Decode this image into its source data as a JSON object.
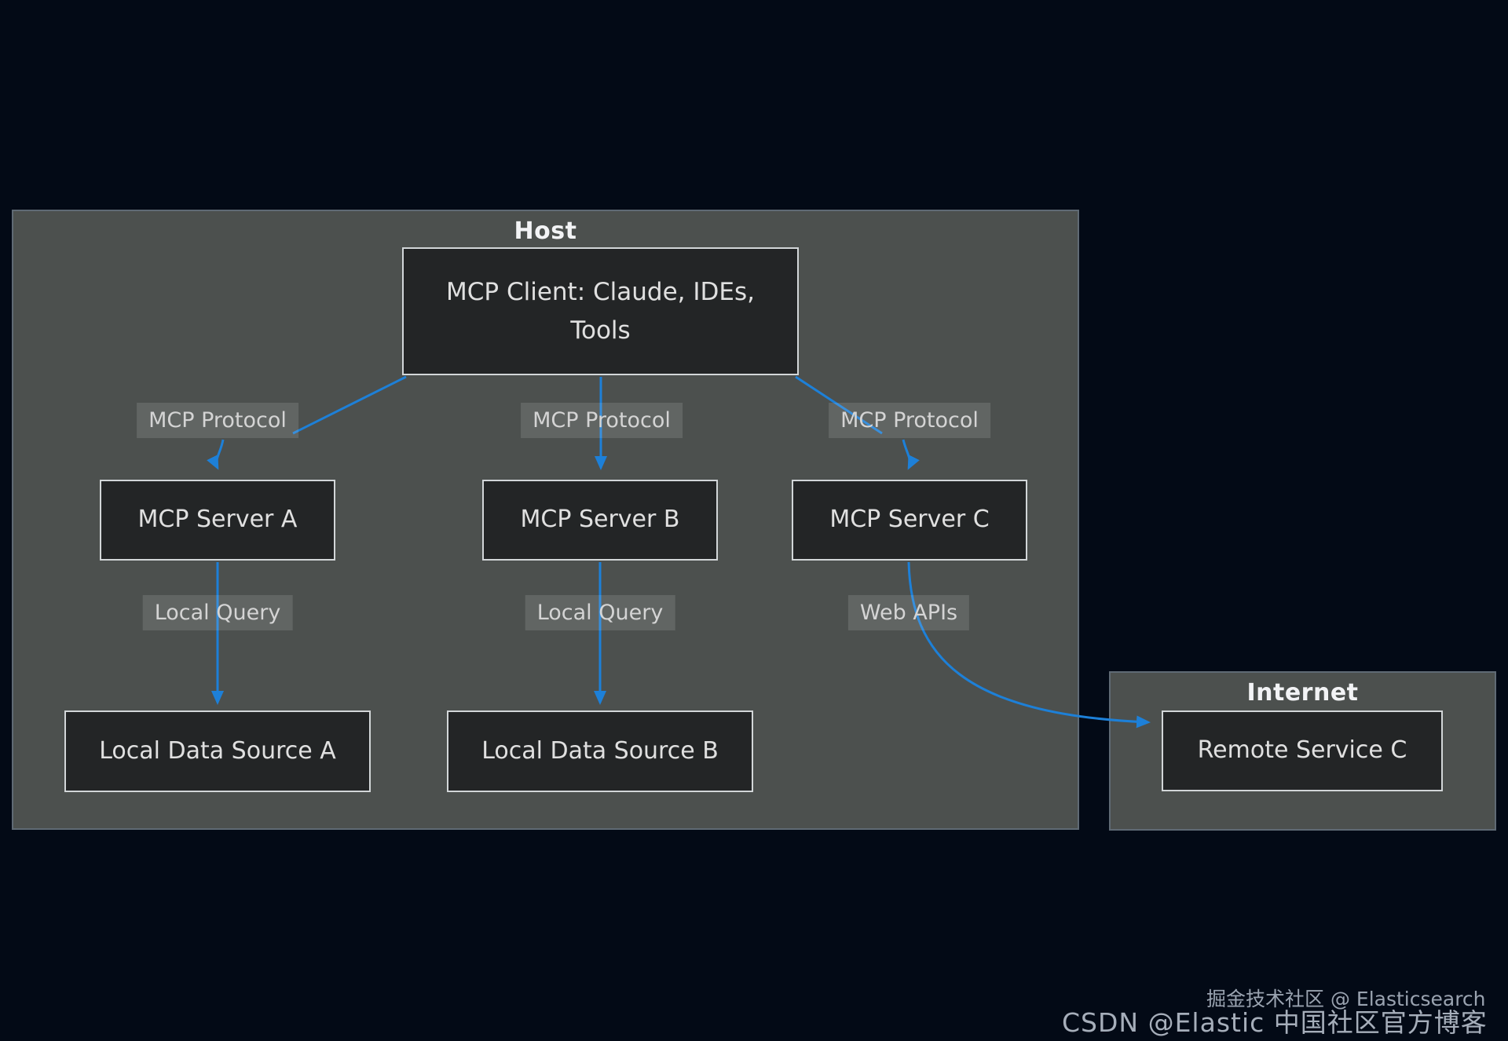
{
  "host": {
    "title": "Host",
    "client": {
      "line1": "MCP Client: Claude, IDEs,",
      "line2": "Tools"
    },
    "protocols": [
      {
        "label": "MCP Protocol"
      },
      {
        "label": "MCP Protocol"
      },
      {
        "label": "MCP Protocol"
      }
    ],
    "servers": [
      {
        "label": "MCP Server A"
      },
      {
        "label": "MCP Server B"
      },
      {
        "label": "MCP Server C"
      }
    ],
    "queries": [
      {
        "label": "Local Query"
      },
      {
        "label": "Local Query"
      },
      {
        "label": "Web APIs"
      }
    ],
    "sources": [
      {
        "label": "Local Data Source A"
      },
      {
        "label": "Local Data Source B"
      }
    ]
  },
  "internet": {
    "title": "Internet",
    "remote": {
      "label": "Remote Service C"
    }
  },
  "colors": {
    "background": "#030a16",
    "container_fill": "#4c504e",
    "container_border": "#5f6a74",
    "box_fill": "#232526",
    "box_border": "#d2d6d8",
    "arrow": "#1d80d8",
    "box_text": "#e0e0e0",
    "label_text": "#d4d4d4"
  },
  "watermarks": {
    "csdn": "CSDN @Elastic 中国社区官方博客",
    "juejin": "掘金技术社区 @ Elasticsearch"
  }
}
